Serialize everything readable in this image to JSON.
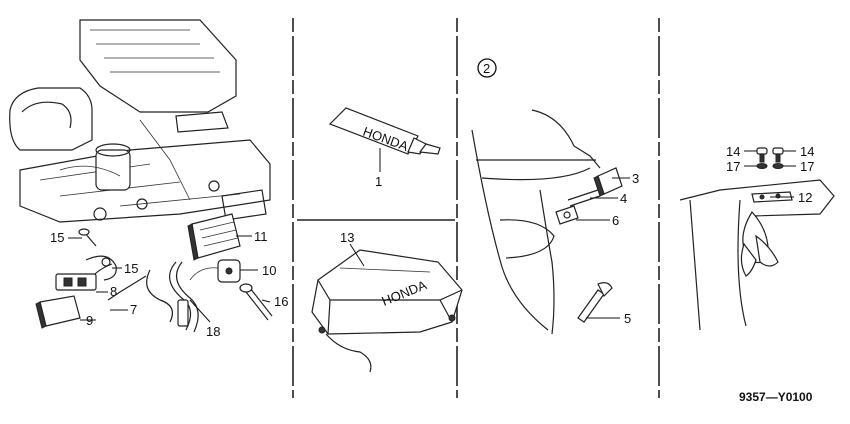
{
  "callouts": [
    {
      "num": "1"
    },
    {
      "num": "3"
    },
    {
      "num": "4"
    },
    {
      "num": "5"
    },
    {
      "num": "6"
    },
    {
      "num": "7"
    },
    {
      "num": "8"
    },
    {
      "num": "9"
    },
    {
      "num": "10"
    },
    {
      "num": "11"
    },
    {
      "num": "12"
    },
    {
      "num": "13"
    },
    {
      "num": "14"
    },
    {
      "num": "14"
    },
    {
      "num": "15"
    },
    {
      "num": "15"
    },
    {
      "num": "16"
    },
    {
      "num": "17"
    },
    {
      "num": "17"
    },
    {
      "num": "18"
    }
  ],
  "circled_label": "2",
  "diagram_code": "9357—Y0100",
  "tube_text": "HONDA",
  "cover_text": "HONDA"
}
